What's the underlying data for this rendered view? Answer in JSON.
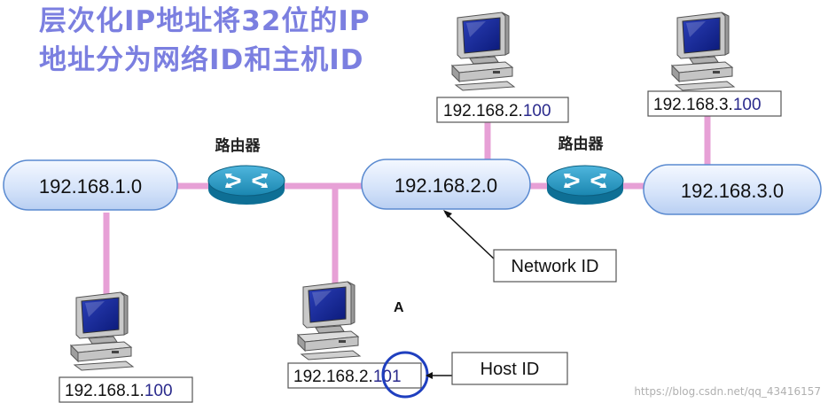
{
  "title": {
    "line1": "层次化IP地址将32位的IP",
    "line2": "地址分为网络ID和主机ID"
  },
  "networks": {
    "net1": "192.168.1.0",
    "net2": "192.168.2.0",
    "net3": "192.168.3.0"
  },
  "routers": {
    "router1": "路由器",
    "router2": "路由器"
  },
  "hosts": {
    "host1": {
      "network_part": "192.168.1.",
      "host_part": "100"
    },
    "host2": {
      "network_part": "192.168.2.",
      "host_part": "100"
    },
    "host3": {
      "network_part": "192.168.3.",
      "host_part": "100"
    },
    "hostA": {
      "network_part": "192.168.2.",
      "host_part": "101",
      "label": "A"
    }
  },
  "callouts": {
    "network_id": "Network ID",
    "host_id": "Host ID"
  },
  "watermark": "https://blog.csdn.net/qq_43416157",
  "colors": {
    "title": "#7b7fe0",
    "link": "#e7a0d6",
    "cloud_fill": "#dbe8fb",
    "cloud_stroke": "#5a8ad0",
    "router_fill": "#1f8fb8",
    "highlight_circle": "#1f3fbf"
  }
}
